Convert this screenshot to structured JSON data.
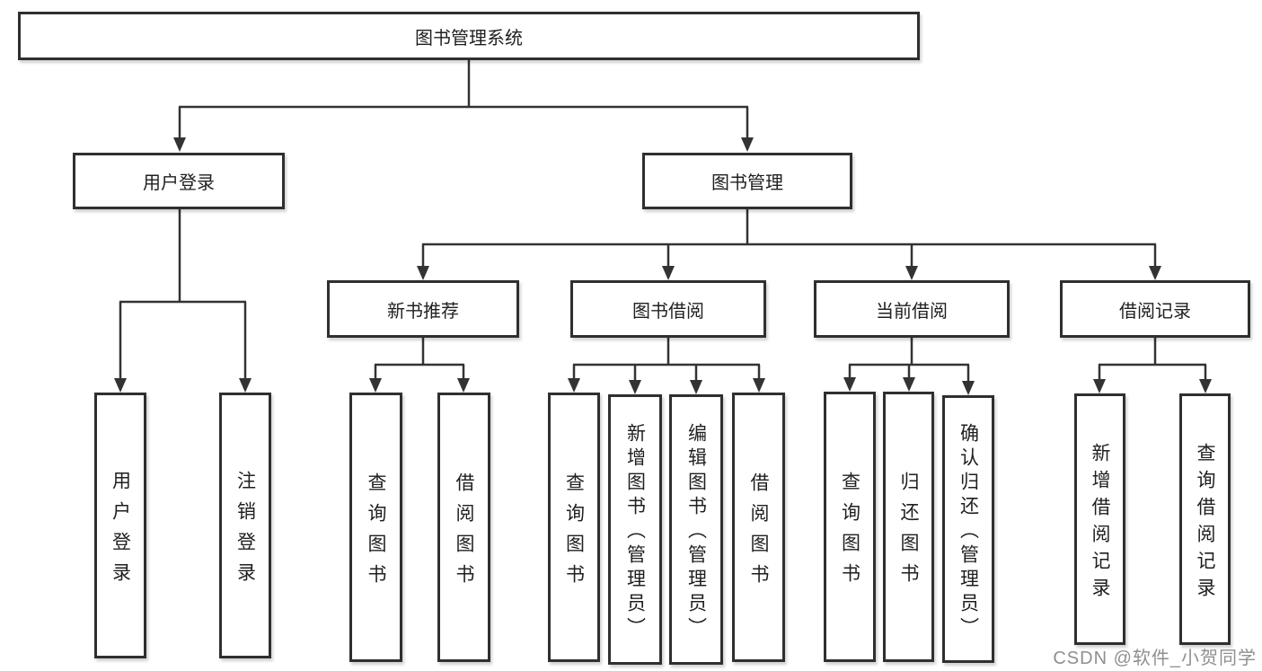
{
  "nodes": {
    "root": "图书管理系统",
    "user_login": "用户登录",
    "book_mgmt": "图书管理",
    "new_book_rec": "新书推荐",
    "book_borrow": "图书借阅",
    "current_borrow": "当前借阅",
    "borrow_records": "借阅记录",
    "leaf_user_login": "用户登录",
    "leaf_logout": "注销登录",
    "leaf_nbr_query_books": "查询图书",
    "leaf_nbr_borrow_books": "借阅图书",
    "leaf_bb_query_books": "查询图书",
    "leaf_bb_add_books": "新增图书（管理员）",
    "leaf_bb_edit_books": "编辑图书（管理员）",
    "leaf_bb_borrow_books": "借阅图书",
    "leaf_cb_query_books": "查询图书",
    "leaf_cb_return_books": "归还图书",
    "leaf_cb_confirm_return": "确认归还（管理员）",
    "leaf_br_add_record": "新增借阅记录",
    "leaf_br_query_record": "查询借阅记录"
  },
  "watermark": {
    "text": "CSDN @软件_小贺同学",
    "color": "#8f8f8f"
  },
  "colors": {
    "line": "#333333",
    "border": "#2f2f2f",
    "text": "#1f1f1f",
    "background": "#ffffff"
  }
}
